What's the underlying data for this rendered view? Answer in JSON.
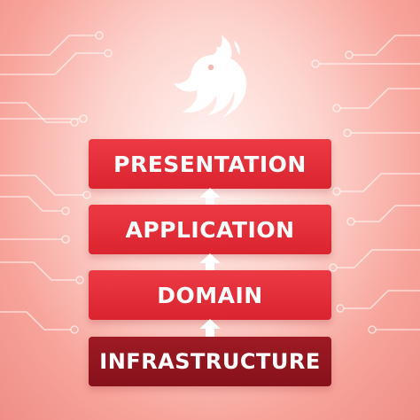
{
  "diagram": {
    "layers": [
      {
        "label": "PRESENTATION"
      },
      {
        "label": "APPLICATION"
      },
      {
        "label": "DOMAIN"
      },
      {
        "label": "INFRASTRUCTURE"
      }
    ],
    "arrow_direction": "up"
  },
  "colors": {
    "layer_red": "#e12f39",
    "layer_dark": "#8f141e",
    "background_center": "#fff4f2",
    "background_edge": "#f08e86",
    "circuit_lines": "#ffffff"
  },
  "icons": {
    "logo": "nestjs-logo-icon",
    "arrow": "arrow-up-icon"
  }
}
